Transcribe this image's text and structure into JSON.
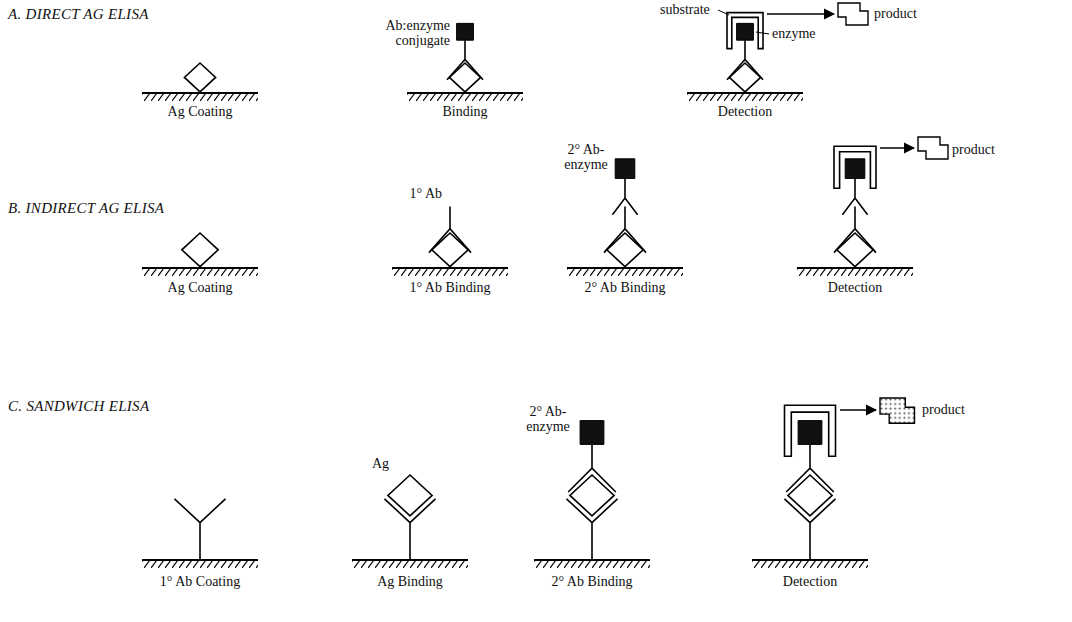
{
  "diagram": {
    "labels": [
      "A. DIRECT AG ELISA",
      "Ab:enzyme conjugate",
      "substrate",
      "enzyme",
      "product",
      "Ag Coating",
      "Binding",
      "Detection",
      "B. INDIRECT AG ELISA",
      "1° Ab",
      "2° Ab-enzyme",
      "product",
      "Ag Coating",
      "1° Ab Binding",
      "2° Ab Binding",
      "Detection",
      "C. SANDWICH ELISA",
      "Ag",
      "2° Ab-enzyme",
      "product",
      "1° Ab Coating",
      "Ag Binding",
      "2° Ab Binding",
      "Detection"
    ]
  }
}
